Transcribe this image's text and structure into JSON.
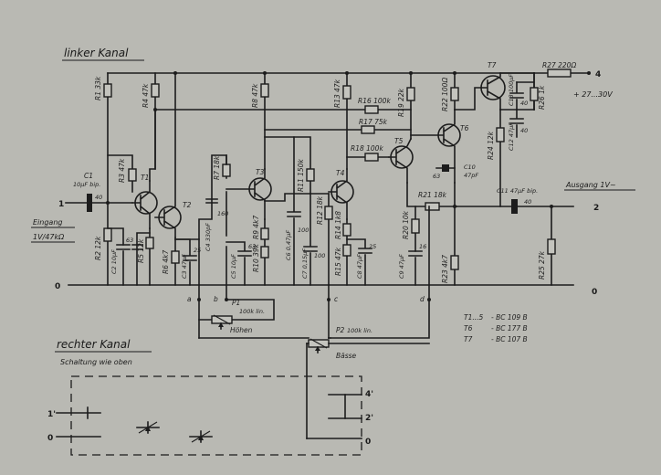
{
  "title_left": "linker Kanal",
  "title_right": "rechter Kanal",
  "subtitle_right": "Schaltung wie oben",
  "input_label": "Eingang",
  "input_spec": "1V/47kΩ",
  "output_label": "Ausgang 1V~",
  "supply_label": "+ 27...30V",
  "terminals": {
    "in": "1",
    "out": "2",
    "ground": "0",
    "supply": "4",
    "rin": "1'",
    "rgnd": "0",
    "r4": "4'",
    "r2": "2'",
    "r0": "0"
  },
  "nodes": {
    "a": "a",
    "b": "b",
    "c": "c",
    "d": "d"
  },
  "pots": {
    "p1_name": "P1",
    "p1_value": "100k lin.",
    "p1_func": "Höhen",
    "p2_name": "P2",
    "p2_value": "100k lin.",
    "p2_func": "Bässe"
  },
  "transistors": {
    "t1": "T1",
    "t2": "T2",
    "t3": "T3",
    "t4": "T4",
    "t5": "T5",
    "t6": "T6",
    "t7": "T7"
  },
  "parts_list": [
    {
      "name": "T1...5",
      "type": "- BC 109 B"
    },
    {
      "name": "T6",
      "type": "- BC 177 B"
    },
    {
      "name": "T7",
      "type": "- BC 107 B"
    }
  ],
  "res": {
    "r1": "R1 33k",
    "r2": "R2 12k",
    "r3": "R3 47k",
    "r4": "R4 47k",
    "r5": "R5 12k",
    "r6": "R6 4k7",
    "r7": "R7 18k",
    "r8": "R8 47k",
    "r9": "R9 4k7",
    "r10": "R10 39k",
    "r11": "R11 150k",
    "r12": "R12 18k",
    "r13": "R13 47k",
    "r14": "R14 1k8",
    "r15": "R15 47k",
    "r16": "R16 100k",
    "r17": "R17 75k",
    "r18": "R18 100k",
    "r19": "R19 22k",
    "r20": "R20 10k",
    "r21": "R21 18k",
    "r22": "R22 100Ω",
    "r23": "R23 4k7",
    "r24": "R24 12k",
    "r25": "R25 27k",
    "r26": "R26 1k",
    "r27": "R27 220Ω"
  },
  "caps": {
    "c1": "C1",
    "c1v": "10µF bip.",
    "c1n": "40",
    "c2": "C2 10µF",
    "c2n": "63",
    "c3": "C3 47µF",
    "c3n": "25",
    "c4": "C4 330pF",
    "c4n": "160",
    "c5": "C5 10µF",
    "c5n": "63",
    "c6": "C6 0,47µF",
    "c6n": "100",
    "c7": "C7 0,15µF",
    "c7n": "100",
    "c8": "C8 47µF",
    "c8n": "25",
    "c9": "C9 47µF",
    "c9n": "16",
    "c10": "C10",
    "c10v": "47pF",
    "c10n": "63",
    "c11": "C11 47µF bip.",
    "c11n": "40",
    "c12": "C12 47µF",
    "c12n": "40",
    "c13": "C13 100µF",
    "c13n": "40"
  }
}
